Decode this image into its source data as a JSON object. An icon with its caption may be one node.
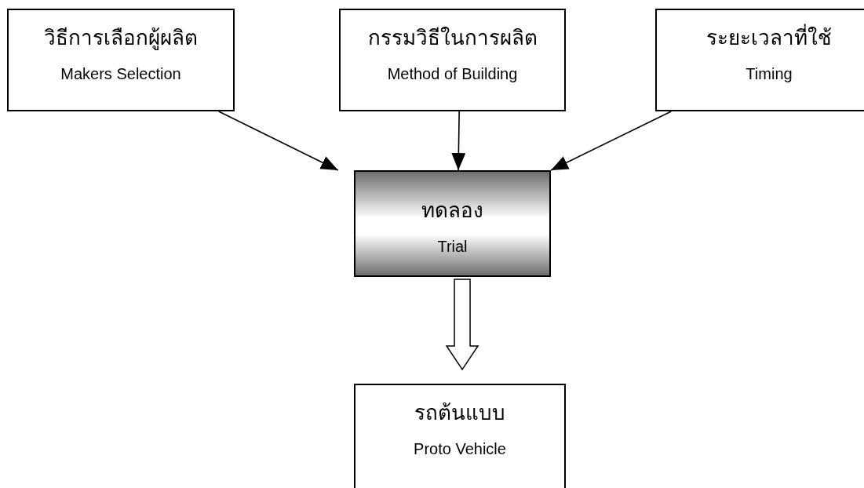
{
  "diagram": {
    "nodes": [
      {
        "text": [
          "วิธีการเลือกผู้ผลิต",
          "Makers Selection"
        ]
      },
      {
        "text": [
          "กรรมวิธีในการผลิต",
          "Method of Building"
        ]
      },
      {
        "text": [
          "ระยะเวลาที่ใช้",
          "Timing"
        ]
      },
      {
        "text": [
          "ทดลอง",
          "Trial"
        ]
      },
      {
        "text": [
          "รถต้นแบบ",
          "Proto Vehicle"
        ]
      }
    ],
    "edges": [
      {
        "from": 0,
        "to": 3,
        "arrow": "to"
      },
      {
        "from": 1,
        "to": 3,
        "arrow": "to"
      },
      {
        "from": 2,
        "to": 3,
        "arrow": "to"
      },
      {
        "from": 3,
        "to": 4,
        "arrow": "to"
      }
    ]
  }
}
